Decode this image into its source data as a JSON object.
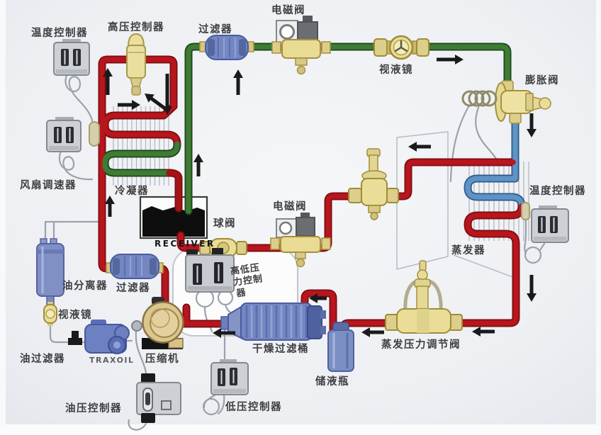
{
  "diagram": {
    "labels": {
      "temp_controller_1": "温度控制器",
      "high_pressure_controller": "高压控制器",
      "filter_top": "过滤器",
      "solenoid_valve_top": "电磁阀",
      "sight_glass_top": "视液镜",
      "expansion_valve": "膨胀阀",
      "fan_speed_controller": "风扇调速器",
      "condenser": "冷凝器",
      "receiver": "RECEIVER",
      "ball_valve": "球阀",
      "solenoid_valve_mid": "电磁阀",
      "temp_controller_2": "温度控制器",
      "evaporator": "蒸发器",
      "oil_separator": "油分离器",
      "filter_discharge": "过滤器",
      "hp_lp_controller_row1": "高低压",
      "hp_lp_controller_row2": "力控制",
      "hp_lp_controller_row3": "器",
      "sight_glass_oil": "视液镜",
      "oil_filter": "油过滤器",
      "traxoil": "TRAXOIL",
      "compressor": "压缩机",
      "drying_filter": "干燥过滤桶",
      "low_pressure_controller": "低压控制器",
      "oil_pressure_controller": "油压控制器",
      "liquid_receiver_bottle": "储液瓶",
      "evap_pressure_regulator": "蒸发压力调节阀"
    },
    "colors": {
      "pipe_red": "#b8151d",
      "pipe_green": "#3d7c33",
      "pipe_blue": "#5e93c6",
      "valve_yellow": "#e9dd98",
      "component_blue": "#7487c2",
      "device_gray": "#cdd1d6",
      "compressor_tan": "#dbc68e",
      "receiver_black": "#0e0e0e",
      "arrow_black": "#1a1a1a",
      "background": "#eef0f3"
    }
  }
}
